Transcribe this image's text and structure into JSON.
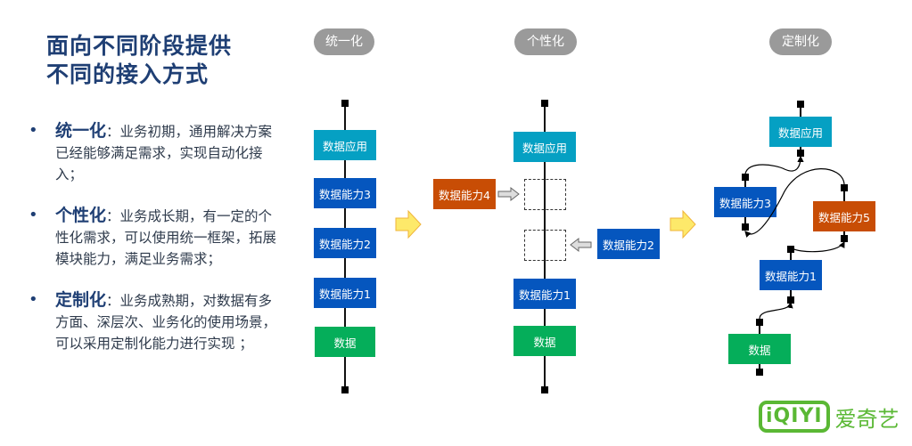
{
  "title": {
    "line1": "面向不同阶段提供",
    "line2": "不同的接入方式"
  },
  "bullets": [
    {
      "keyword": "统一化",
      "text": "：业务初期，通用解决方案已经能够满足需求，实现自动化接入；"
    },
    {
      "keyword": "个性化",
      "text": "：业务成长期，有一定的个性化需求，可以使用统一框架，拓展模块能力，满足业务需求；"
    },
    {
      "keyword": "定制化",
      "text": "：业务成熟期，对数据有多方面、深层次、业务化的使用场景，可以采用定制化能力进行实现 ；"
    }
  ],
  "columns": {
    "unified": {
      "label": "统一化",
      "boxes": [
        "数据应用",
        "数据能力3",
        "数据能力2",
        "数据能力1",
        "数据"
      ]
    },
    "personalized": {
      "label": "个性化",
      "boxes": [
        "数据应用",
        "数据能力1",
        "数据"
      ],
      "incoming_left": "数据能力4",
      "incoming_right": "数据能力2"
    },
    "customized": {
      "label": "定制化",
      "boxes": {
        "app": "数据应用",
        "cap3": "数据能力3",
        "cap5": "数据能力5",
        "cap1": "数据能力1",
        "data": "数据"
      }
    }
  },
  "colors": {
    "app": "#05a0c3",
    "capability": "#0556be",
    "new_capability": "#c84d05",
    "data": "#05ae5a",
    "pill": "#9a9a9a",
    "title": "#1f3f74",
    "brand": "#5ab834",
    "arrow": "#fde96a"
  },
  "logo": {
    "mark": "iQIYI",
    "name": "爱奇艺"
  }
}
